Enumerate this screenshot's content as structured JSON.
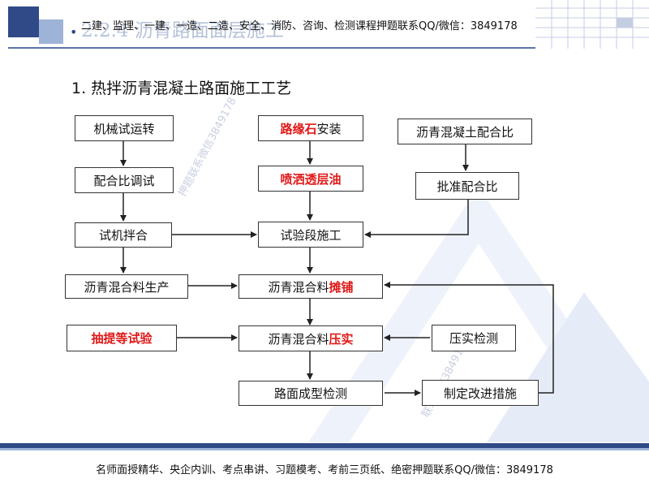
{
  "header": {
    "title": "2.2.4 沥青路面面层施工",
    "banner": "二建、监理、一建、一造、二造、安全、消防、咨询、检测课程押题联系QQ/微信：3849178"
  },
  "section_title": "1. 热拌沥青混凝土路面施工工艺",
  "flow": {
    "machine_trial": "机械试运转",
    "mix_adjust": "配合比调试",
    "trial_mixing": "试机拌合",
    "asphalt_production": "沥青混合料生产",
    "curb_prefix": "路缘石",
    "curb_suffix": "安装",
    "prime_coat": "喷洒透层油",
    "test_section": "试验段施工",
    "paving_prefix": "沥青混合料",
    "paving_suffix": "摊铺",
    "compact_prefix": "沥青混合料",
    "compact_suffix": "压实",
    "surface_check": "路面成型检测",
    "concrete_mix_ratio": "沥青混凝土配合比",
    "approve_ratio": "批准配合比",
    "compaction_check": "压实检测",
    "sampling_test": "抽提等试验",
    "improvement": "制定改进措施"
  },
  "watermarks": [
    "押题联系微信3849178",
    "联系微信3849178"
  ],
  "footer": "名师面授精华、央企内训、考点串讲、习题模考、考前三页纸、绝密押题联系QQ/微信：3849178"
}
